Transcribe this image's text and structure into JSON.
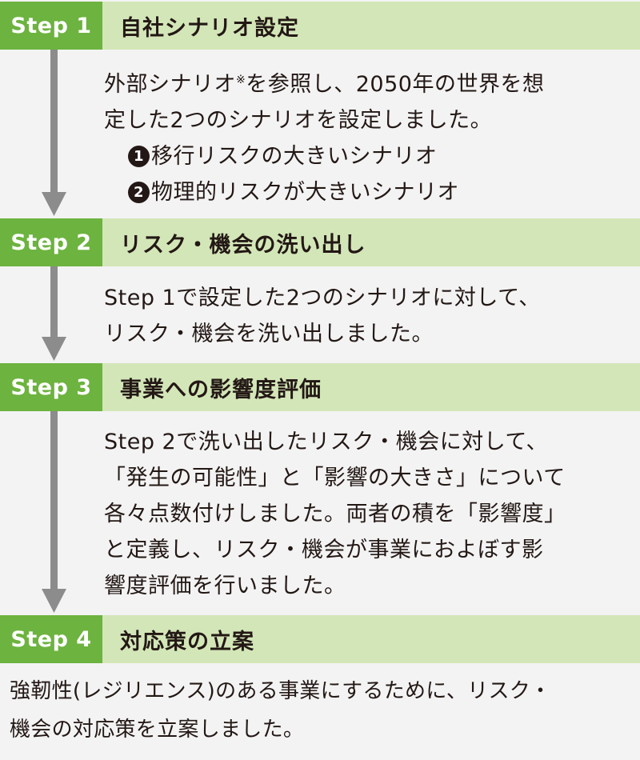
{
  "steps": [
    {
      "badge": "Step 1",
      "title": "自社シナリオ設定",
      "lines": [
        "外部シナリオ",
        "を参照し、2050年の世界を想",
        "定した2つのシナリオを設定しました。"
      ],
      "note_mark": "※",
      "items": [
        {
          "num": "1",
          "text": "移行リスクの大きいシナリオ"
        },
        {
          "num": "2",
          "text": "物理的リスクが大きいシナリオ"
        }
      ]
    },
    {
      "badge": "Step 2",
      "title": "リスク・機会の洗い出し",
      "lines": [
        "Step 1で設定した2つのシナリオに対して、",
        "リスク・機会を洗い出しました。"
      ]
    },
    {
      "badge": "Step 3",
      "title": "事業への影響度評価",
      "lines": [
        "Step 2で洗い出したリスク・機会に対して、",
        "「発生の可能性」と「影響の大きさ」について",
        "各々点数付けしました。両者の積を「影響度」",
        "と定義し、リスク・機会が事業におよぼす影",
        "響度評価を行いました。"
      ]
    },
    {
      "badge": "Step 4",
      "title": "対応策の立案",
      "lines": [
        "強靭性(レジリエンス)のある事業にするために、リスク・",
        "機会の対応策を立案しました。"
      ]
    }
  ],
  "colors": {
    "badge_green": "#6db33f",
    "title_band": "#d3e6b8",
    "arrow_gray": "#8c8c8c",
    "background": "#f3f3f3"
  }
}
